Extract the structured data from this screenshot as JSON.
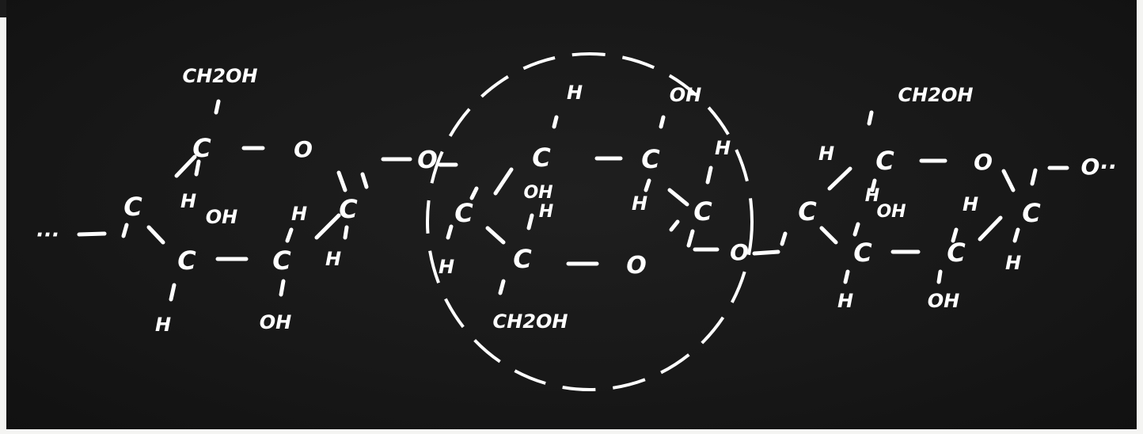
{
  "diagram": {
    "type": "chemical-structure",
    "style": "chalkboard",
    "colors": {
      "board": "#1a1a1a",
      "chalk": "#ffffff"
    },
    "atoms": {
      "ch2oh_left": "CH2OH",
      "ch2oh_middle": "CH2OH",
      "ch2oh_right": "CH2OH",
      "c": "C",
      "o": "O",
      "h": "H",
      "oh": "OH",
      "chain_ellipsis_left": "···",
      "chain_ellipsis_right": "O··"
    }
  }
}
